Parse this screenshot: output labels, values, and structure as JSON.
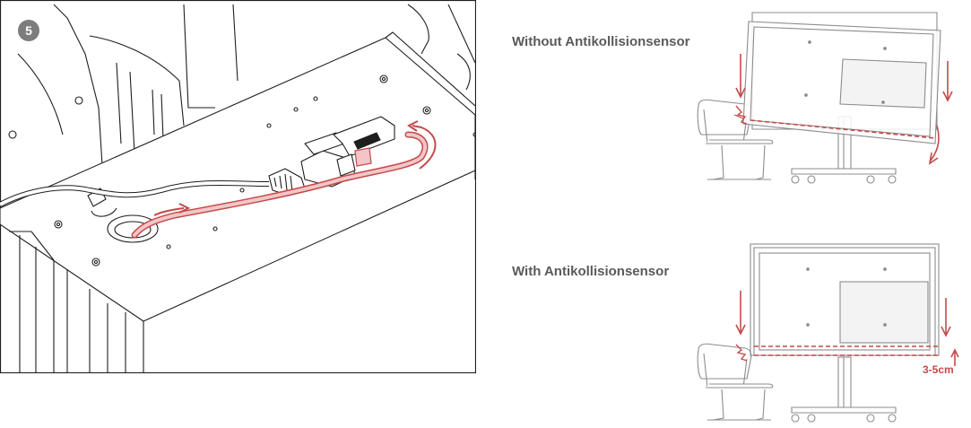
{
  "step": {
    "number": "5"
  },
  "scenarios": {
    "without": {
      "label": "Without Antikollisionsensor"
    },
    "with": {
      "label": "With Antikollisionsensor",
      "lift_distance": "3-5cm"
    }
  },
  "colors": {
    "accent": "#c44a4a",
    "cable_fill": "#f2c6c8",
    "line": "#1e1e1e",
    "figure_line": "#8c8c8c"
  }
}
